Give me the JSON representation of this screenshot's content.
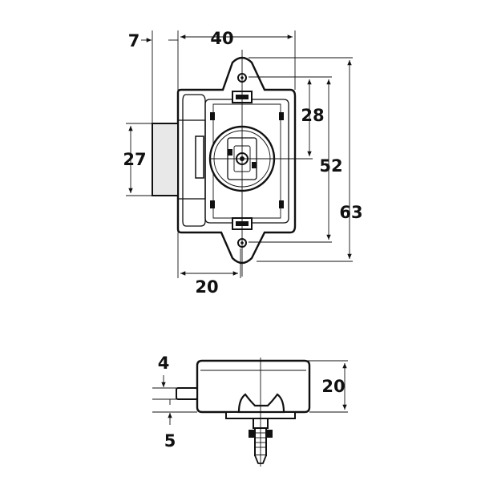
{
  "dimensions": {
    "top_width": "40",
    "offset": "7",
    "height_27": "27",
    "height_28": "28",
    "height_52": "52",
    "height_63": "63",
    "bottom_20": "20",
    "side_4": "4",
    "side_5": "5",
    "side_20": "20"
  },
  "colors": {
    "line": "#111111",
    "background": "#ffffff",
    "shade": "#e8e8e8"
  }
}
